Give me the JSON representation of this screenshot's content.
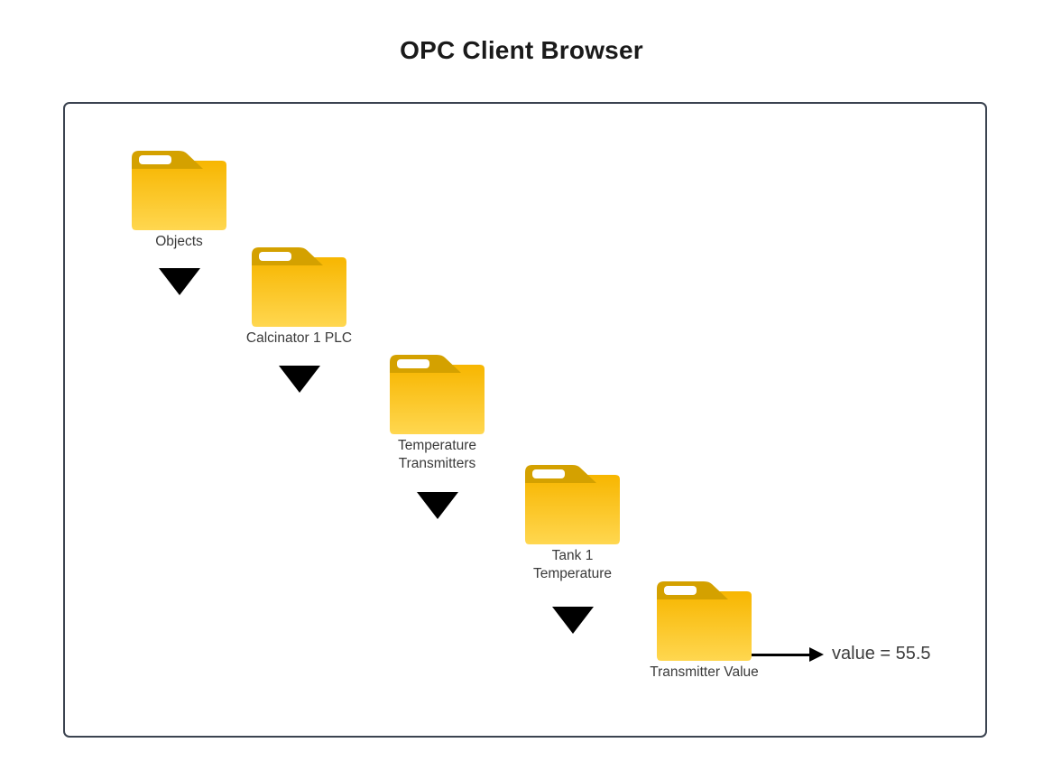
{
  "title": "OPC Client Browser",
  "browser": {
    "nodes": [
      {
        "label": "Objects"
      },
      {
        "label": "Calcinator 1 PLC"
      },
      {
        "label": "Temperature\nTransmitters"
      },
      {
        "label": "Tank 1\nTemperature"
      },
      {
        "label": "Transmitter Value"
      }
    ],
    "value_label": "value = 55.5"
  },
  "icons": {
    "node_icon": "folder-icon",
    "expand_indicator": "expand-arrow-icon",
    "value_pointer": "value-arrow"
  },
  "colors": {
    "folder_tab": "#D4A100",
    "folder_body_top": "#F7B600",
    "folder_body_bottom": "#FFD750",
    "panel_border": "#3B4350",
    "arrow_black": "#000000",
    "label_text": "#3A3A3A",
    "title_text": "#1A1A1A"
  }
}
